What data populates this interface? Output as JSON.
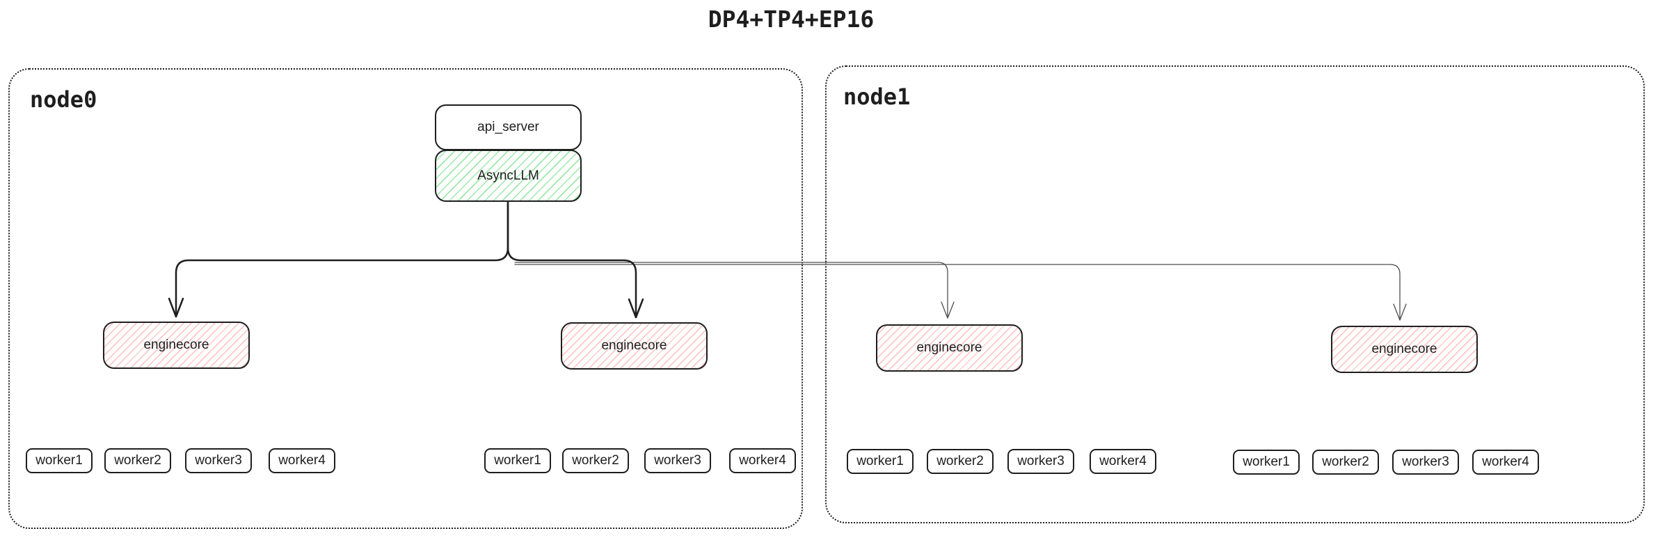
{
  "title": "DP4+TP4+EP16",
  "colors": {
    "ink": "#1e1e1e",
    "thin_line": "#4d4d4d",
    "green_hatch": "#69db7c",
    "red_hatch": "#ff8787"
  },
  "nodes": [
    {
      "label": "node0",
      "api_server_label": "api_server",
      "asyncllm_label": "AsyncLLM",
      "engine_groups": [
        {
          "enginecore_label": "enginecore",
          "workers": [
            "worker1",
            "worker2",
            "worker3",
            "worker4"
          ]
        },
        {
          "enginecore_label": "enginecore",
          "workers": [
            "worker1",
            "worker2",
            "worker3",
            "worker4"
          ]
        }
      ]
    },
    {
      "label": "node1",
      "engine_groups": [
        {
          "enginecore_label": "enginecore",
          "workers": [
            "worker1",
            "worker2",
            "worker3",
            "worker4"
          ]
        },
        {
          "enginecore_label": "enginecore",
          "workers": [
            "worker1",
            "worker2",
            "worker3",
            "worker4"
          ]
        }
      ]
    }
  ]
}
